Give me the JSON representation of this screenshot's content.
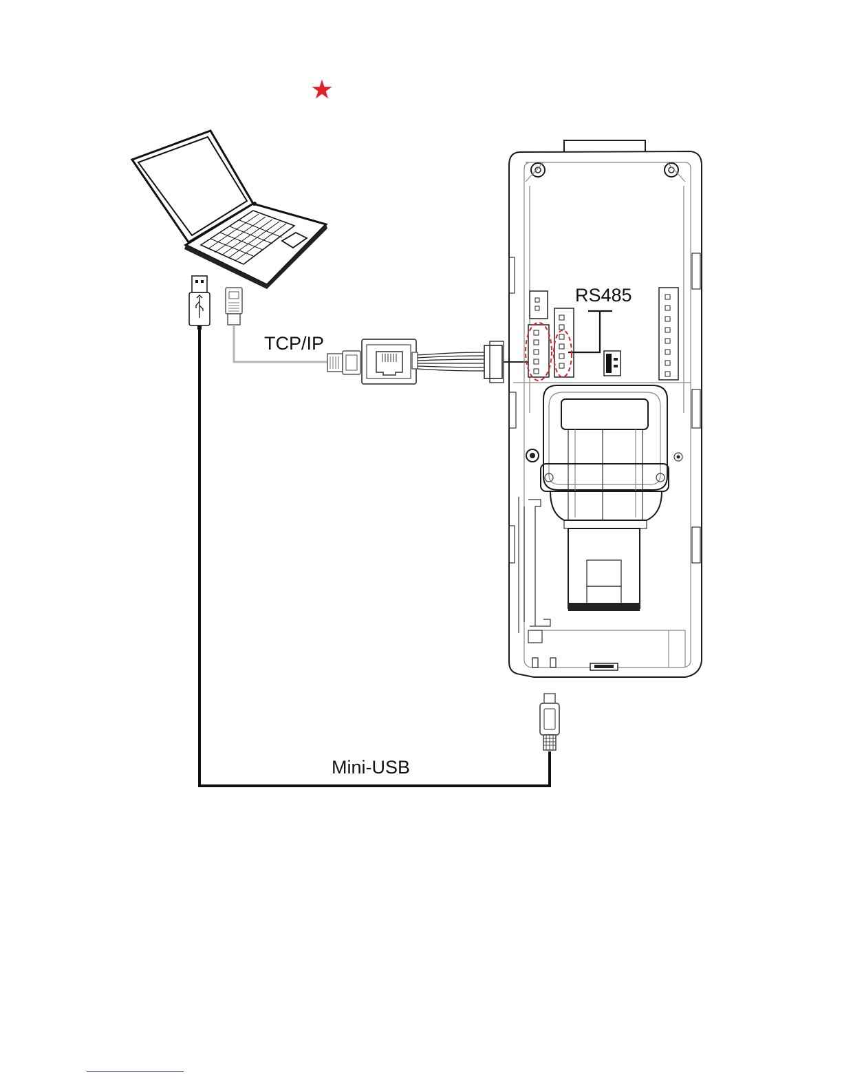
{
  "marker": {
    "glyph": "★",
    "color": "#e0202a"
  },
  "labels": {
    "rs485": "RS485",
    "tcpip": "TCP/IP",
    "mini_usb": "Mini-USB"
  },
  "colors": {
    "usb_cable": "#111111",
    "ethernet_cable": "#b5b5b5",
    "highlight_circle": "#e0202a",
    "footnote_rule": "#1f3f8f"
  }
}
